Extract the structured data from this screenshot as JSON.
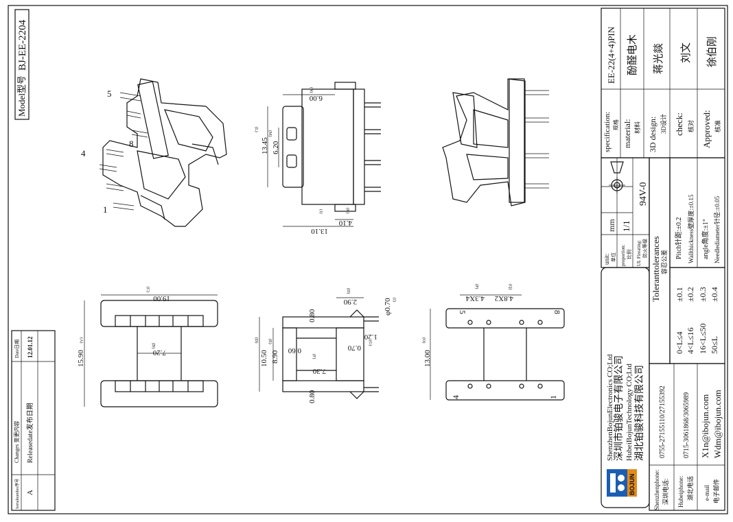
{
  "model": {
    "label": "Model型号",
    "value": "BJ-EE-2204"
  },
  "changes": {
    "serial_header": "Serialnumber序号",
    "changes_header": "Changes 变更内容",
    "date_header": "Date日期",
    "row_serial": "A",
    "row_change": "Releasedate发布日期",
    "row_date": "12.01.12"
  },
  "spec": {
    "spec_label": "specification:",
    "spec_cn": "规格",
    "spec_value": "EE-22(4+4)PIN",
    "material_label": "material:",
    "material_cn": "材料",
    "material_value": "酚醛电木",
    "design_label": "3D design:",
    "design_cn": "3D设计",
    "design_value": "蒋光燚",
    "check_label": "check:",
    "check_cn": "核对",
    "check_value": "刘文",
    "approved_label": "Approved:",
    "approved_cn": "核准",
    "approved_value": "徐伯刚"
  },
  "info": {
    "unit_label": "unit:",
    "unit_cn": "单位",
    "unit_value": "mm",
    "proportion_label": "proportion:",
    "proportion_cn": "比例",
    "proportion_value": "1/1",
    "ul_label": "UL Fireating:",
    "ul_cn": "防火等级",
    "ul_value": "94V-0"
  },
  "tolerances": {
    "title": "Toleranttolerances",
    "title_cn": "容忍公差",
    "rows": [
      {
        "range": "0<L≤4",
        "tol": "±0.1"
      },
      {
        "range": "4<L≤16",
        "tol": "±0.2"
      },
      {
        "range": "16<L≤50",
        "tol": "±0.3"
      },
      {
        "range": "50≤L",
        "tol": "±0.4"
      }
    ],
    "pitch": "Pitch针距:±0.2",
    "wall": "Wallthickness壁厚度:±0.15",
    "angle": "angle角度:±1°",
    "needle": "Needlediameter针径:±0.05"
  },
  "company": {
    "name_en1": "ShenzhenBojunElectronics CO;Ltd",
    "name_cn1": "深圳市铂骏电子有限公司",
    "name_en2": "HubeiBojunTechnology CO;Ltd",
    "name_cn2": "湖北铂骏科技有限公司",
    "logo_text": "BOJUN"
  },
  "contacts": {
    "sz_label": "Shenzhenphone:",
    "sz_cn": "深圳电话:",
    "sz_value": "0755-27155110/27155392",
    "hb_label": "Hubeiphone:",
    "hb_cn": "湖北电话",
    "hb_value": "0715-3061868/3065989",
    "mail_label": "e-mail",
    "mail_cn": "电子邮件",
    "mail1": "X1n@ibojun.com",
    "mail2": "Wdm@ibojun.com"
  },
  "dims": {
    "d600": "6.00",
    "dN": "(N)",
    "d1345": "13.45",
    "dL": "(L)",
    "d620": "6.20",
    "dM": "(M)",
    "d410": "4.10",
    "dK": "(K)",
    "d1310": "13.10",
    "dJ": "(J)",
    "d1900": "19.00",
    "dC": "(C)",
    "d1590": "15.90",
    "dA": "(A)",
    "d720a": "7.20",
    "dB": "(B)",
    "d290": "2.90",
    "dH": "(H)",
    "d070dia": "φ0.70",
    "dI": "(I)",
    "d080a": "0.80",
    "d080b": "0.80",
    "d060": "0.60",
    "d1050": "10.50",
    "dD": "(D)",
    "d890": "8.90",
    "dE": "(E)",
    "d070": "0.70",
    "dG": "(G)",
    "d120": "1.20",
    "d730": "7.30",
    "dF": "(F)",
    "d43x4": "4.3X4",
    "dP": "(P)",
    "d48x2": "4.8X2",
    "dQ": "(Q)",
    "d1300": "13.00",
    "dO": "(O)"
  },
  "pins": {
    "p1": "1",
    "p4": "4",
    "p5": "5",
    "p8": "8"
  }
}
